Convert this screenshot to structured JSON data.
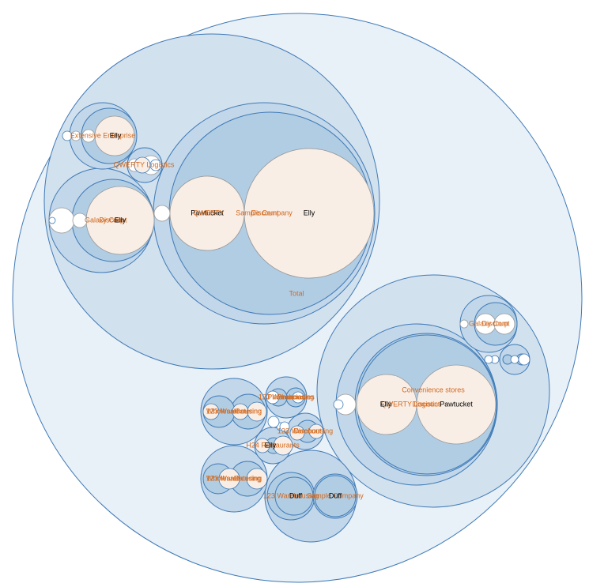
{
  "chart_data": {
    "type": "circle-packing",
    "title": "",
    "colors": {
      "depth_fills": [
        "#e8f0f8",
        "#d2e1ee",
        "#c2d7ea",
        "#b1cde4"
      ],
      "leaf_fill": "#f9eee6",
      "small_leaf_fill": "#ffffff",
      "node_stroke": "#3f7ab6",
      "leaf_stroke": "#999999",
      "branch_label": "#d2691e",
      "leaf_label": "#000000"
    },
    "nodes": [
      {
        "id": "root",
        "name": "",
        "depth": 0
      },
      {
        "id": "g1",
        "name": "",
        "depth": 1,
        "parent": "root"
      },
      {
        "id": "total",
        "name": "Total",
        "depth": 2,
        "parent": "g1"
      },
      {
        "id": "sample",
        "name": "Sample Company",
        "depth": 3,
        "parent": "total"
      },
      {
        "id": "sample-discount",
        "name": "Discount",
        "depth": 4,
        "parent": "sample",
        "value": 100
      },
      {
        "id": "sample-elly",
        "name": "Elly",
        "depth": 4,
        "parent": "sample",
        "value": 100
      },
      {
        "id": "sample-pawtucket",
        "name": "Pawtucket",
        "depth": 4,
        "parent": "sample",
        "value": 34
      },
      {
        "id": "sample-qwerty",
        "name": "QWERTY",
        "depth": 4,
        "parent": "sample",
        "value": 34
      },
      {
        "id": "total-small",
        "name": "",
        "depth": 3,
        "parent": "total",
        "value": 1
      },
      {
        "id": "extensive",
        "name": "Extensive Enterprise",
        "depth": 2,
        "parent": "g1"
      },
      {
        "id": "extensive-a",
        "name": "",
        "depth": 3,
        "parent": "extensive"
      },
      {
        "id": "extensive-elly",
        "name": "Elly",
        "depth": 4,
        "parent": "extensive-a",
        "value": 10
      },
      {
        "id": "extensive-s1",
        "name": "",
        "depth": 4,
        "parent": "extensive-a",
        "value": 1
      },
      {
        "id": "extensive-s2",
        "name": "",
        "depth": 4,
        "parent": "extensive-a",
        "value": 1
      },
      {
        "id": "qwerty-logistics",
        "name": "QWERTY Logistics",
        "depth": 2,
        "parent": "g1"
      },
      {
        "id": "ql-s1",
        "name": "",
        "depth": 3,
        "parent": "qwerty-logistics",
        "value": 1
      },
      {
        "id": "ql-s2",
        "name": "",
        "depth": 3,
        "parent": "qwerty-logistics",
        "value": 1
      },
      {
        "id": "galaxy",
        "name": "Galaxy Corp",
        "depth": 2,
        "parent": "g1"
      },
      {
        "id": "galaxy-a",
        "name": "Discount",
        "depth": 3,
        "parent": "galaxy"
      },
      {
        "id": "galaxy-elly",
        "name": "Elly",
        "depth": 4,
        "parent": "galaxy-a",
        "value": 16
      },
      {
        "id": "galaxy-s1",
        "name": "",
        "depth": 4,
        "parent": "galaxy-a",
        "value": 1
      },
      {
        "id": "galaxy-s2",
        "name": "",
        "depth": 3,
        "parent": "galaxy",
        "value": 2
      },
      {
        "id": "g2",
        "name": "",
        "depth": 1,
        "parent": "root"
      },
      {
        "id": "convenience",
        "name": "Convenience stores",
        "depth": 2,
        "parent": "g2"
      },
      {
        "id": "conv-discount",
        "name": "Discount",
        "depth": 3,
        "parent": "convenience"
      },
      {
        "id": "conv-qwerty",
        "name": "QWERTY Logistics",
        "depth": 4,
        "parent": "conv-discount"
      },
      {
        "id": "conv-pawtucket",
        "name": "Pawtucket",
        "depth": 4,
        "parent": "conv-qwerty",
        "value": 34
      },
      {
        "id": "conv-elly",
        "name": "Elly",
        "depth": 4,
        "parent": "conv-qwerty",
        "value": 19
      },
      {
        "id": "conv-s1",
        "name": "",
        "depth": 3,
        "parent": "convenience",
        "value": 1
      },
      {
        "id": "conv-galaxy",
        "name": "Galaxy Corp",
        "depth": 2,
        "parent": "g2"
      },
      {
        "id": "conv-galaxy-a",
        "name": "Discount",
        "depth": 3,
        "parent": "conv-galaxy"
      },
      {
        "id": "cg-l1",
        "name": "",
        "depth": 4,
        "parent": "conv-galaxy-a",
        "value": 2
      },
      {
        "id": "cg-l2",
        "name": "",
        "depth": 4,
        "parent": "conv-galaxy-a",
        "value": 2
      },
      {
        "id": "cg-s1",
        "name": "",
        "depth": 3,
        "parent": "conv-galaxy",
        "value": 1
      },
      {
        "id": "conv-b",
        "name": "",
        "depth": 2,
        "parent": "g2"
      },
      {
        "id": "conv-b1",
        "name": "",
        "depth": 3,
        "parent": "conv-b"
      },
      {
        "id": "conv-b2",
        "name": "",
        "depth": 3,
        "parent": "conv-b"
      },
      {
        "id": "wh1",
        "name": "123 Warehousing",
        "depth": 2,
        "parent": "root"
      },
      {
        "id": "wh1-a",
        "name": "Wholesale",
        "depth": 3,
        "parent": "wh1"
      },
      {
        "id": "wh1-b",
        "name": "Catering",
        "depth": 3,
        "parent": "wh1"
      },
      {
        "id": "wh2",
        "name": "123 Warehousing",
        "depth": 2,
        "parent": "root"
      },
      {
        "id": "wh2-a",
        "name": "Pharmacies",
        "depth": 3,
        "parent": "wh2"
      },
      {
        "id": "wh2-b",
        "name": "Pharmacies",
        "depth": 3,
        "parent": "wh2"
      },
      {
        "id": "wh3",
        "name": "123 Warehousing",
        "depth": 2,
        "parent": "root"
      },
      {
        "id": "wh3-a",
        "name": "Discount",
        "depth": 3,
        "parent": "wh3"
      },
      {
        "id": "h24",
        "name": "H24 Restaurants",
        "depth": 2,
        "parent": "root"
      },
      {
        "id": "h24-a",
        "name": "Elly",
        "depth": 3,
        "parent": "h24"
      },
      {
        "id": "wh4",
        "name": "123 Warehousing",
        "depth": 2,
        "parent": "root"
      },
      {
        "id": "wh4-a",
        "name": "Wholesale",
        "depth": 3,
        "parent": "wh4"
      },
      {
        "id": "wh4-b",
        "name": "Catering",
        "depth": 3,
        "parent": "wh4"
      },
      {
        "id": "duff-group",
        "name": "",
        "depth": 2,
        "parent": "root"
      },
      {
        "id": "duff1",
        "name": "123 Warehousing",
        "depth": 3,
        "parent": "duff-group"
      },
      {
        "id": "duff1-leaf",
        "name": "Duff",
        "depth": 4,
        "parent": "duff1"
      },
      {
        "id": "duff2",
        "name": "Sample Company",
        "depth": 3,
        "parent": "duff-group"
      },
      {
        "id": "duff2-leaf",
        "name": "Duff",
        "depth": 4,
        "parent": "duff2"
      }
    ]
  }
}
